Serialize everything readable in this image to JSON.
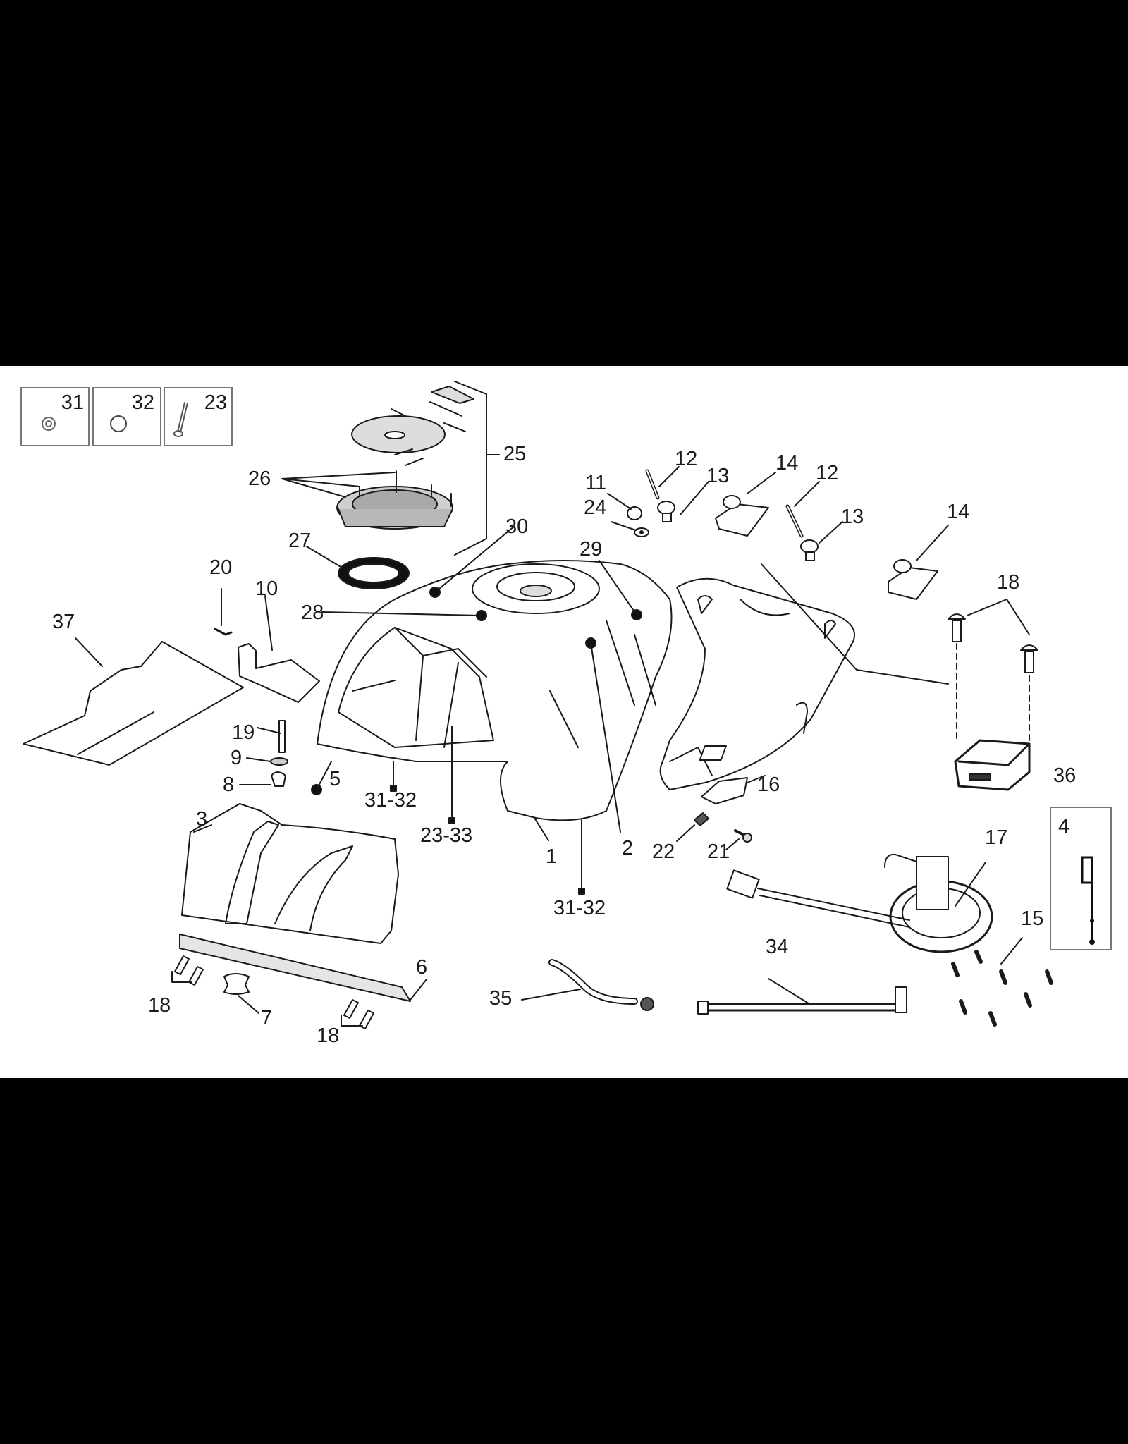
{
  "diagram": {
    "title": "Fuel tank exploded parts diagram",
    "background": "#ffffff",
    "band_color": "#000000",
    "line_color": "#1a1a1a",
    "insets": [
      {
        "label": "31",
        "part": "washer"
      },
      {
        "label": "32",
        "part": "plug-cap"
      },
      {
        "label": "23",
        "part": "screw"
      },
      {
        "label": "4",
        "part": "sensor"
      }
    ],
    "callouts": {
      "c1": "1",
      "c2": "2",
      "c3": "3",
      "c5": "5",
      "c6": "6",
      "c7": "7",
      "c8": "8",
      "c9": "9",
      "c10": "10",
      "c11": "11",
      "c12a": "12",
      "c12b": "12",
      "c13a": "13",
      "c13b": "13",
      "c14a": "14",
      "c14b": "14",
      "c15": "15",
      "c16": "16",
      "c17": "17",
      "c18a": "18",
      "c18b": "18",
      "c18c": "18",
      "c19": "19",
      "c20": "20",
      "c21": "21",
      "c22": "22",
      "c24": "24",
      "c25": "25",
      "c26": "26",
      "c27": "27",
      "c28": "28",
      "c29": "29",
      "c30": "30",
      "c31_32a": "31-32",
      "c31_32b": "31-32",
      "c23_33": "23-33",
      "c34": "34",
      "c35": "35",
      "c36": "36",
      "c37": "37"
    }
  }
}
